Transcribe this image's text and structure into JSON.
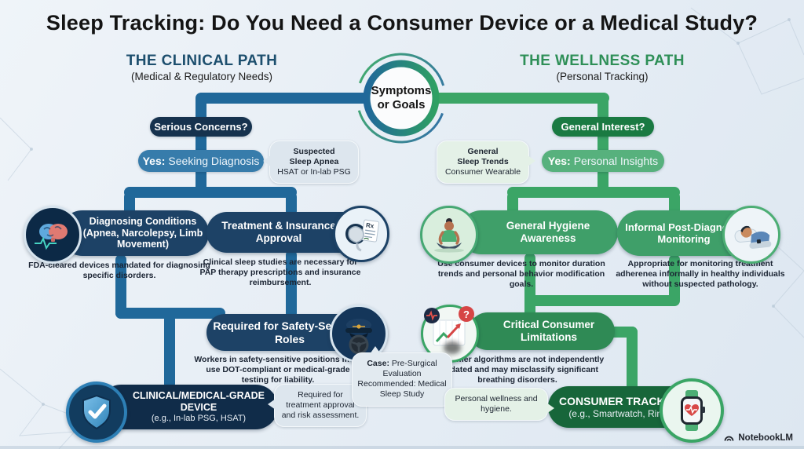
{
  "title": "Sleep Tracking: Do You Need a Consumer Device or a Medical Study?",
  "center_circle": {
    "line1": "Symptoms",
    "line2": "or Goals"
  },
  "paths": {
    "clinical": {
      "header": "THE CLINICAL PATH",
      "subheader": "(Medical & Regulatory Needs)",
      "question_pill": "Serious Concerns?",
      "answer_pill": {
        "prefix": "Yes:",
        "text": "Seeking Diagnosis"
      },
      "answer_callout": {
        "bold1": "Suspected",
        "bold2": "Sleep Apnea",
        "normal": "HSAT or In-lab PSG"
      },
      "nodes": [
        {
          "icon": "brain-icon",
          "title": "Diagnosing Conditions (Apnea, Narcolepsy, Limb Movement)",
          "desc": "FDA-cleared devices mandated for diagnosing specific disorders."
        },
        {
          "icon": "cpap-rx-icon",
          "title": "Treatment & Insurance Approval",
          "desc": "Clinical sleep studies are necessary for PAP therapy prescriptions and insurance reimbursement."
        },
        {
          "icon": "pilot-icon",
          "title": "Required for Safety-Sensitive Roles",
          "desc": "Workers in safety-sensitive positions must use DOT-compliant or medical-grade testing for liability."
        }
      ],
      "result_pill": {
        "icon": "shield-check-icon",
        "title": "CLINICAL/MEDICAL-GRADE DEVICE",
        "sub": "(e.g., In-lab PSG, HSAT)"
      },
      "result_callout": "Required for treatment approval and risk assessment."
    },
    "wellness": {
      "header": "THE WELLNESS PATH",
      "subheader": "(Personal Tracking)",
      "question_pill": "General Interest?",
      "answer_pill": {
        "prefix": "Yes:",
        "text": "Personal Insights"
      },
      "answer_callout": {
        "bold1": "General",
        "bold2": "Sleep Trends",
        "normal": "Consumer Wearable"
      },
      "nodes": [
        {
          "icon": "meditation-icon",
          "title": "General Hygiene Awareness",
          "desc": "Use consumer devices to monitor duration trends and personal behavior modification goals."
        },
        {
          "icon": "sleeping-person-icon",
          "title": "Informal Post-Diagnosis Monitoring",
          "desc": "Appropriate for monitoring treatment adherenea informally in healthy individuals without suspected pathology."
        },
        {
          "icon": "chart-warning-icon",
          "title": "Critical Consumer Limitations",
          "desc": "Consumer algorithms are not independently validated and may misclassify significant breathing disorders."
        }
      ],
      "result_pill": {
        "icon": "smartwatch-icon",
        "title": "CONSUMER TRACKER",
        "sub": "(e.g., Smartwatch, Ring)"
      },
      "result_callout": "Personal wellness and hygiene."
    }
  },
  "case_callout": {
    "prefix": "Case:",
    "text": "Pre-Surgical Evaluation Recommended: Medical Sleep Study"
  },
  "footer": {
    "brand": "NotebookLM"
  },
  "colors": {
    "clinical_line": "#20689a",
    "clinical_dark_pill": "#16324e",
    "clinical_node_pill": "#1d4266",
    "clinical_answer_pill": "#377cab",
    "wellness_line": "#3ba566",
    "wellness_dark_pill": "#1a7a42",
    "wellness_node_pill": "#3f9f69",
    "wellness_result_pill": "#17663a",
    "callout_blue": "#dde6ee",
    "callout_green": "#e4f1e7",
    "background": "#e7eef5"
  }
}
